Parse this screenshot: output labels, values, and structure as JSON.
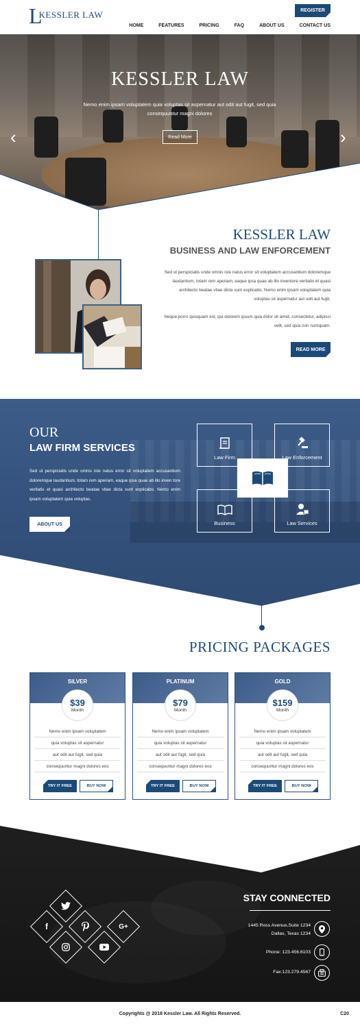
{
  "header": {
    "logo_letter": "L",
    "logo_text": "KESSLER LAW",
    "register_label": "REGISTER",
    "nav": [
      "HOME",
      "FEATURES",
      "PRICING",
      "FAQ",
      "ABOUT US",
      "CONTACT US"
    ]
  },
  "hero": {
    "title": "KESSLER LAW",
    "subtitle": "Nemo enim ipsam voluptatem quia voluptas sit aspernatur aut odit aut fugit, sed quia consequuntur magni dolores",
    "button": "Read More",
    "prev_arrow": "‹",
    "next_arrow": "›"
  },
  "about": {
    "title": "KESSLER LAW",
    "subtitle": "BUSINESS AND LAW ENFORCEMENT",
    "para1": "Sed ut perspiciatis unde omnis iste natus error sit voluptatem accusantium doloremque laudantium, totam rem aperiam, eaque ipsa quae ab illo inventore veritatis et quasi architecto beatae vitae dicta sunt explicabo. Nemo enim ipsam voluptatem quia voluptas sit aspernatur aut odit aut fugit.",
    "para2": "Neque porro quisquam est, qui dolorem ipsum quia dolor sit amet, consectetur, adipisci velit, sed quia non numquam.",
    "button": "READ MORE"
  },
  "services": {
    "title_line1": "OUR",
    "title_line2": "LAW FIRM SERVICES",
    "para": "Sed ut perspiciatis unde omnis iste natus error sit voluptatem accusantium doloremque laudantium, totam rem aperiam, eaque ipsa quae ab illo inven tore veritatis et quasi architecto beatae vitae dicta sunt explicabo. Nemo enim ipsam voluptatem quia voluptas.",
    "button": "ABOUT US",
    "items": [
      "Law Firm",
      "Law Enforcement",
      "Business",
      "Law Services"
    ]
  },
  "pricing": {
    "title": "PRICING PACKAGES",
    "plans": [
      {
        "name": "SILVER",
        "price": "$39",
        "period": "Month"
      },
      {
        "name": "PLATINUM",
        "price": "$79",
        "period": "Month"
      },
      {
        "name": "GOLD",
        "price": "$159",
        "period": "Month"
      }
    ],
    "features": [
      "Nemo enim ipsam voluptatem",
      "quia voluptas sit aspernatur",
      "aut odit aut fugit, sed quia",
      "consequuntur magni dolores eos"
    ],
    "try_label": "TRY IT FREE",
    "buy_label": "BUY NOW"
  },
  "footer": {
    "stay_title": "STAY CONNECTED",
    "address_line1": "1445 Ross Avenue,Suite 1234",
    "address_line2": "Dallas, Texas 1234",
    "phone": "Phone: 123.456.6103",
    "fax": "Fax:123.279.4567",
    "social": [
      "twitter-icon",
      "facebook-icon",
      "pinterest-icon",
      "google-plus-icon",
      "instagram-icon",
      "youtube-icon"
    ],
    "social_glyphs": {
      "facebook": "f",
      "google": "G+"
    }
  },
  "copyright": {
    "text": "Copyrights @ 2018 Kessler Law. All Rights Reserved.",
    "tag": "C20"
  },
  "colors": {
    "brand": "#1c4a78",
    "services_bg": "#3d5c88",
    "footer_bg": "#1f1f20"
  }
}
